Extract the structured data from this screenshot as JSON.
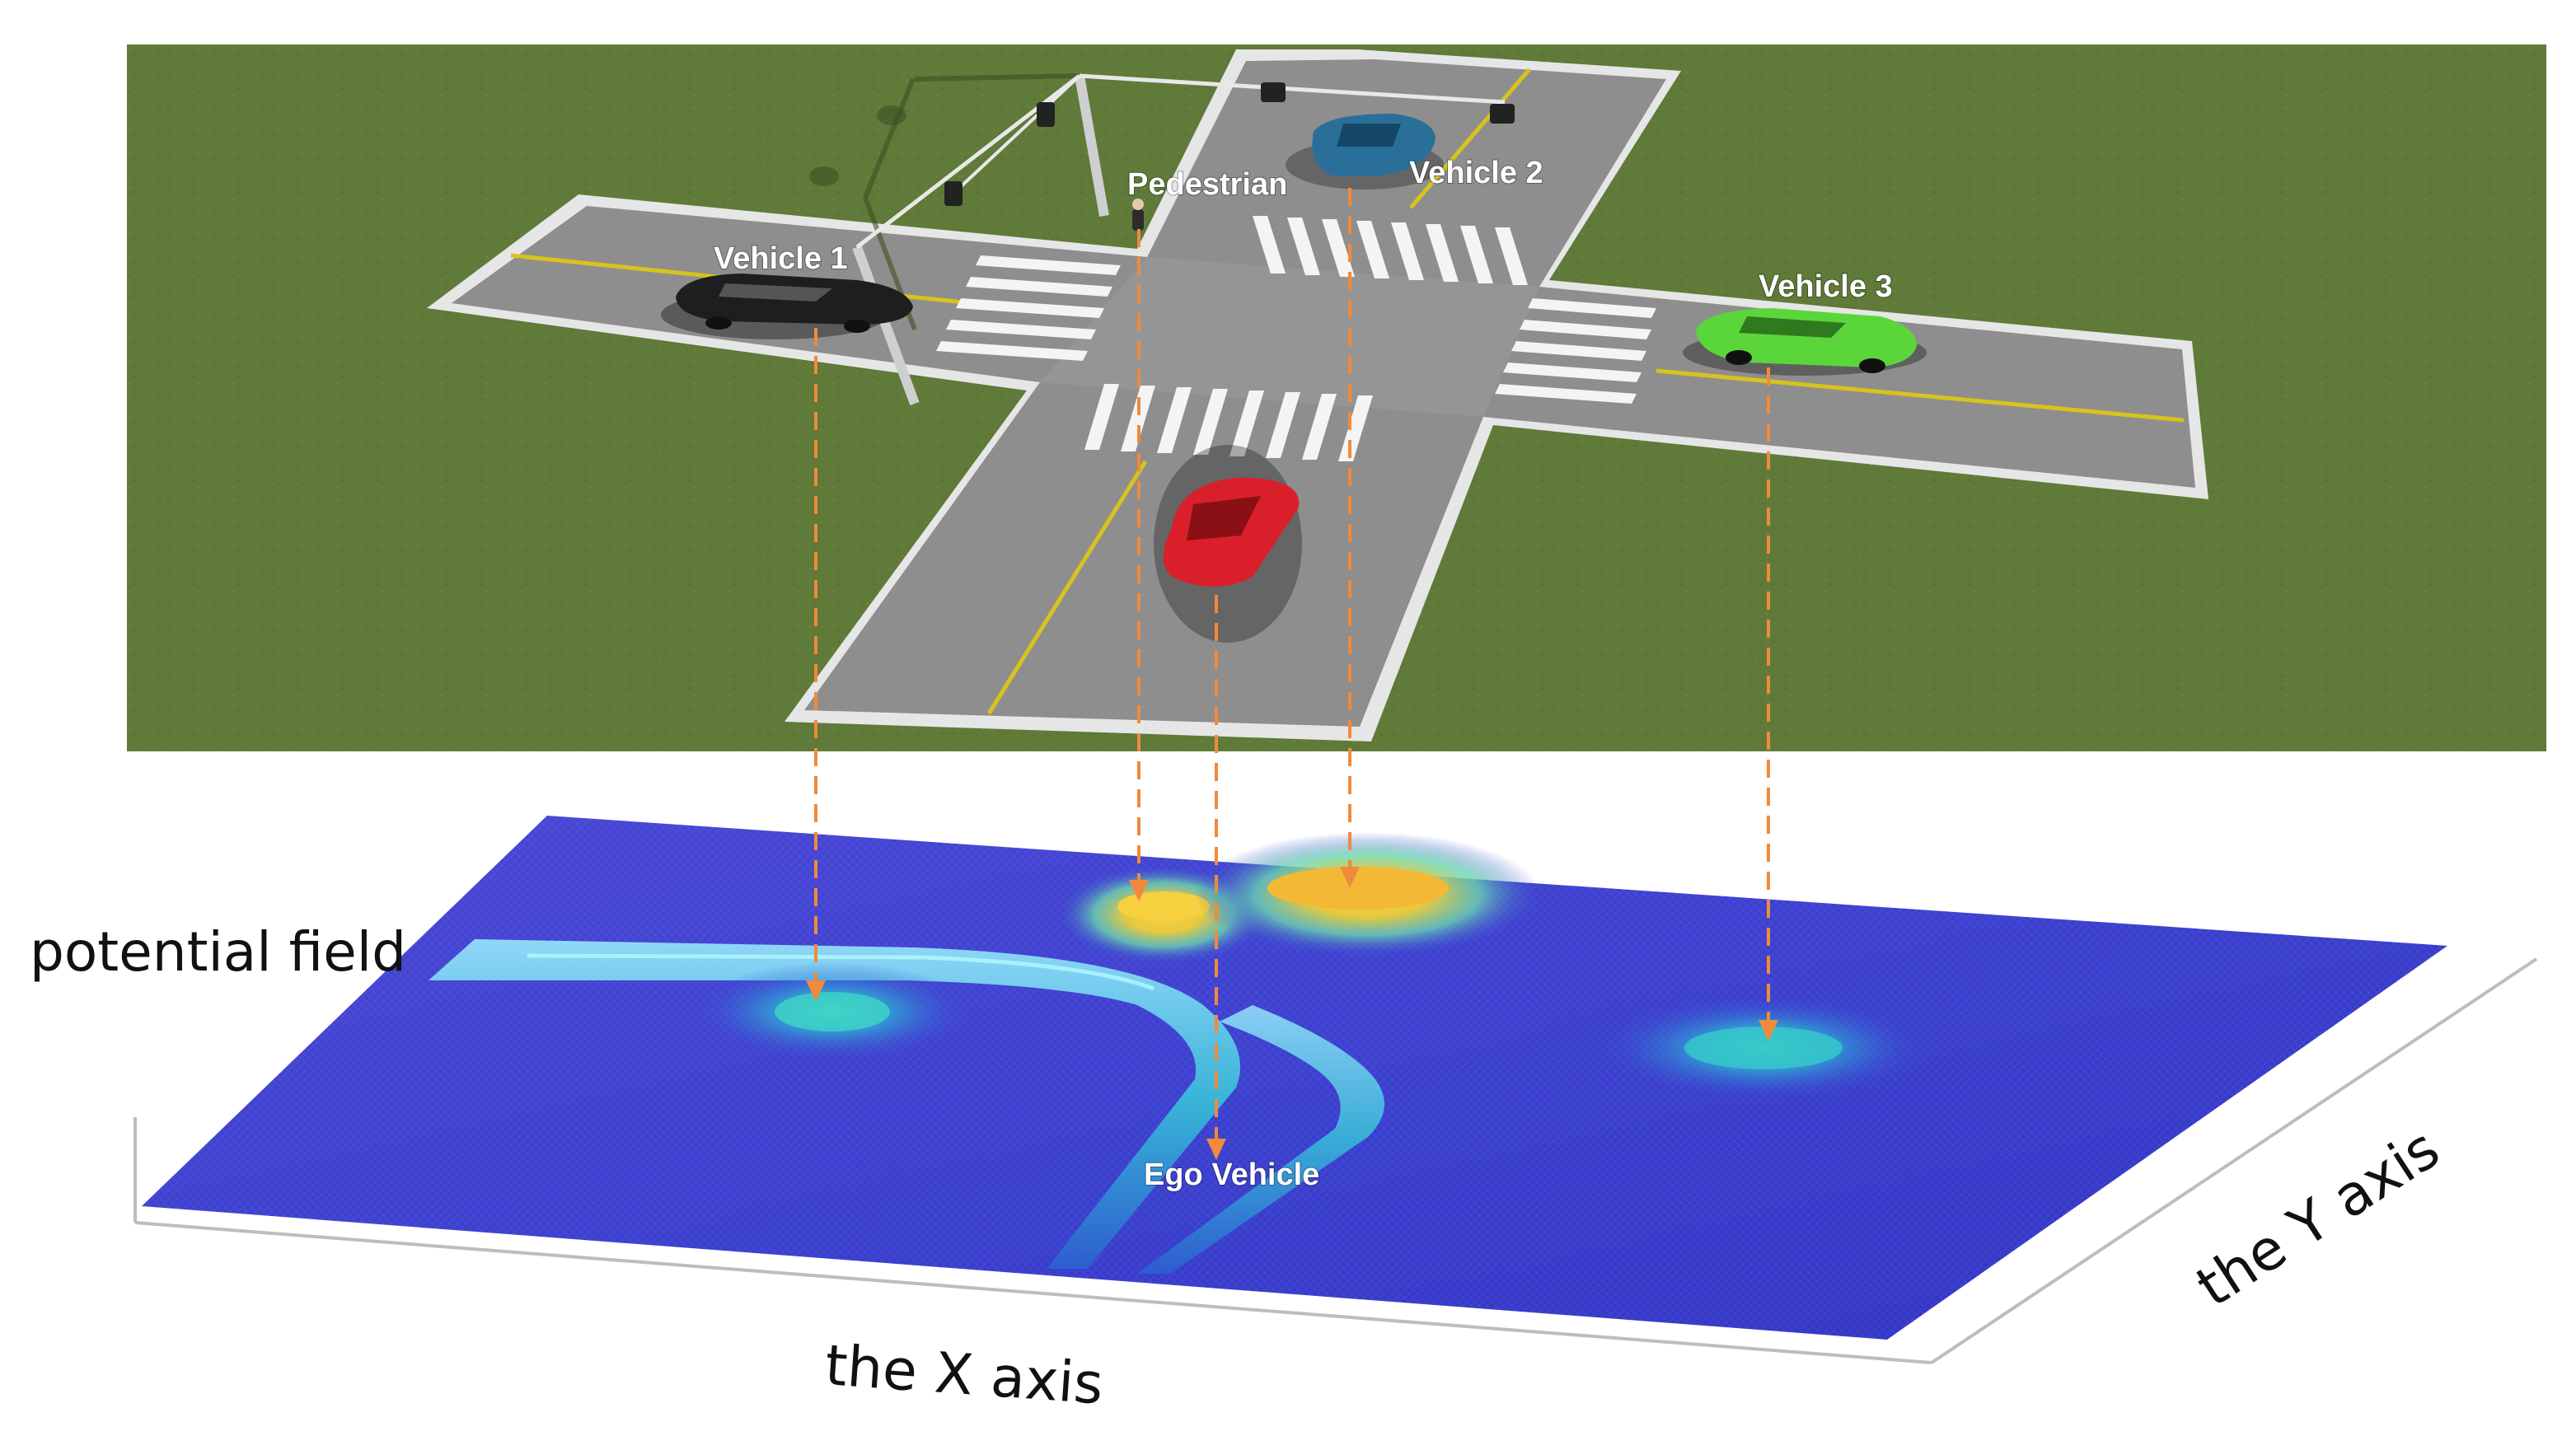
{
  "labels": {
    "vehicle1": "Vehicle 1",
    "vehicle2": "Vehicle 2",
    "vehicle3": "Vehicle 3",
    "pedestrian": "Pedestrian",
    "ego": "Ego Vehicle",
    "potential_field": "potential field",
    "x_axis": "the X axis",
    "y_axis": "the Y axis"
  },
  "colors": {
    "grass": "#5f7a39",
    "road": "#8e8e8e",
    "lane_yellow": "#d8c21e",
    "arrow": "#f08a3c",
    "vehicle1": "#1e1e1e",
    "vehicle2": "#2a6f9a",
    "vehicle3": "#5bd63a",
    "ego": "#d9202a",
    "field_low": "#3b3fd4",
    "field_mid": "#34d0c0",
    "field_high": "#f4c23a"
  }
}
